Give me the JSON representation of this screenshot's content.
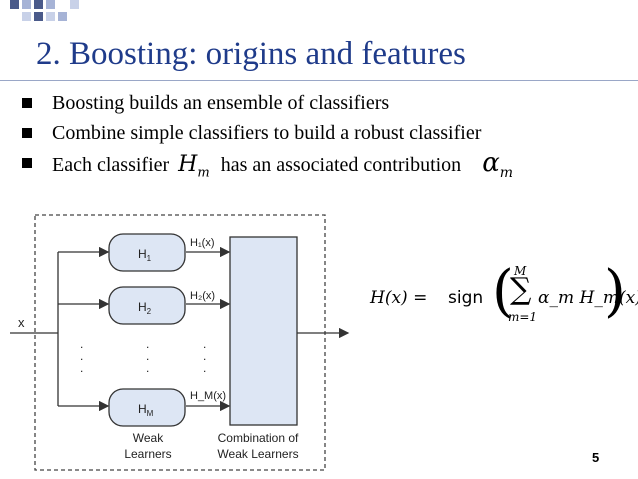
{
  "slide": {
    "title": "2. Boosting: origins and features",
    "bullets": [
      "Boosting builds an ensemble of classifiers",
      "Combine simple classifiers to build a robust classifier",
      {
        "before": "Each classifier",
        "math_symbol": "H",
        "math_sub": "m",
        "after": "has an associated contribution",
        "alpha_symbol": "α",
        "alpha_sub": "m"
      }
    ],
    "page_number": "5"
  },
  "diagram": {
    "input_label": "x",
    "learners": [
      {
        "name": "H",
        "sub": "1",
        "output": "H₁(x)"
      },
      {
        "name": "H",
        "sub": "2",
        "output": "H₂(x)"
      },
      {
        "name": "H",
        "sub": "M",
        "output": "H_M(x)"
      }
    ],
    "dots": ".",
    "weak_learners_label": [
      "Weak",
      "Learners"
    ],
    "combination_label": [
      "Combination of",
      "Weak Learners"
    ],
    "colors": {
      "box_fill": "#dde6f4",
      "stroke": "#333333",
      "title": "#1f3b8a"
    }
  },
  "formula": {
    "lhs": "H(x) =",
    "sign": "sign",
    "sum_top": "M",
    "sum_symbol": "∑",
    "sum_bottom": "m=1",
    "rhs": "α_m H_m(x)",
    "open_paren": "(",
    "close_paren": ")"
  }
}
